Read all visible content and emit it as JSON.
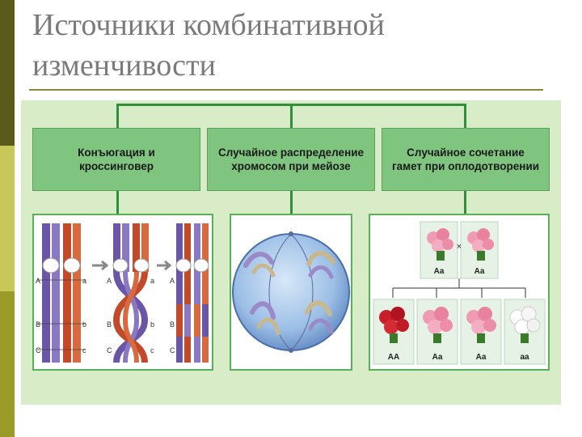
{
  "title": {
    "line1": "Источники комбинативной",
    "line2": "изменчивости"
  },
  "boxes": [
    {
      "line1": "Конъюгация и",
      "line2": "кроссинговер"
    },
    {
      "line1": "Случайное распределение",
      "line2": "хромосом при мейозе"
    },
    {
      "line1": "Случайное сочетание",
      "line2": "гамет при оплодотворении"
    }
  ],
  "crossing": {
    "a_upper": "A",
    "a_lower": "a",
    "b_upper": "B",
    "b_lower": "b",
    "c_upper": "C",
    "c_lower": "c"
  },
  "genotypes": {
    "parent1": "Aa",
    "parent2": "Aa",
    "cross_symbol": "×",
    "offspring": [
      "AA",
      "Aa",
      "Aa",
      "aa"
    ]
  },
  "colors": {
    "sidebar_dark": "#5a5a1a",
    "sidebar_light": "#c8c85a",
    "sidebar_mid": "#9a9a28",
    "box_fill": "#7fc47f",
    "connector": "#2f8f3a",
    "panel_bg": "#d8ecc8",
    "chromosome_purple": "#6a55a8",
    "chromosome_red": "#c24a2a"
  }
}
